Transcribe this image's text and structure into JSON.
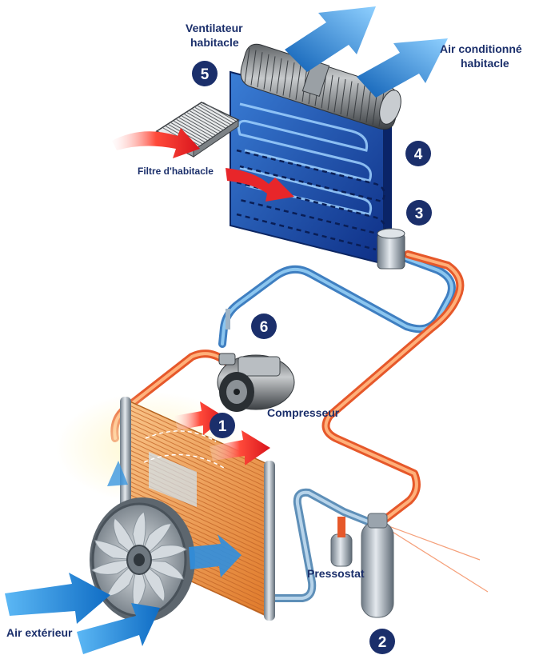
{
  "labels": {
    "ventilateur_line1": "Ventilateur",
    "ventilateur_line2": "habitacle",
    "air_cond_line1": "Air conditionné",
    "air_cond_line2": "habitacle",
    "filtre": "Filtre d'habitacle",
    "compresseur": "Compresseur",
    "pressostat": "Pressostat",
    "air_exterieur": "Air extérieur"
  },
  "markers": {
    "m1": "1",
    "m2": "2",
    "m3": "3",
    "m4": "4",
    "m5": "5",
    "m6": "6"
  },
  "colors": {
    "marker_fill": "#1b2f6b",
    "label_text": "#1b2f6b",
    "hot_pipe": "#f07b3c",
    "cold_pipe": "#5a9fd6",
    "evaporator": "#1f4fa8",
    "condenser": "#f2a05a",
    "air_arrow_blue": "#1e88d8",
    "air_arrow_red": "#e8262a"
  },
  "icons": {
    "fan": "radiator-fan-icon",
    "compressor": "compressor-icon",
    "filter": "cabin-filter-icon"
  }
}
